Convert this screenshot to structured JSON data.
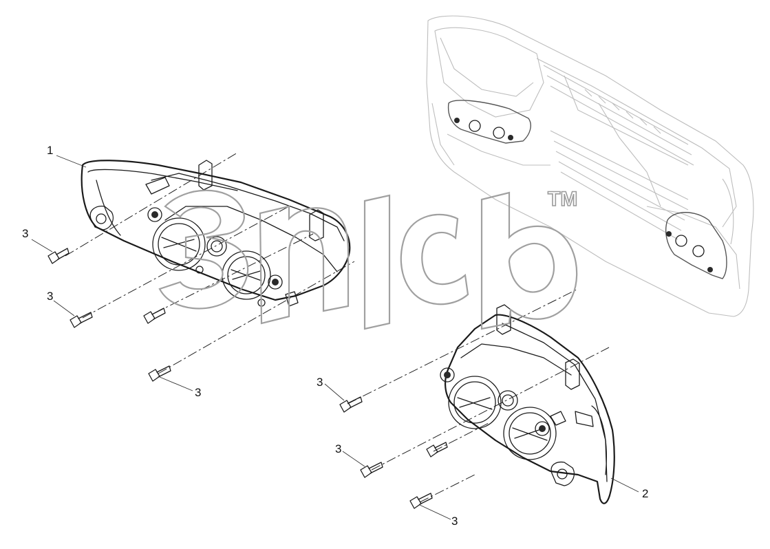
{
  "callouts": {
    "headlamp_left": "1",
    "headlamp_right": "2",
    "bolt": "3"
  },
  "watermark": {
    "trademark": "TM"
  },
  "colors": {
    "line": "#1a1a1a",
    "ghost_outline": "#bdbdbd",
    "watermark": "#a0a0a0"
  }
}
